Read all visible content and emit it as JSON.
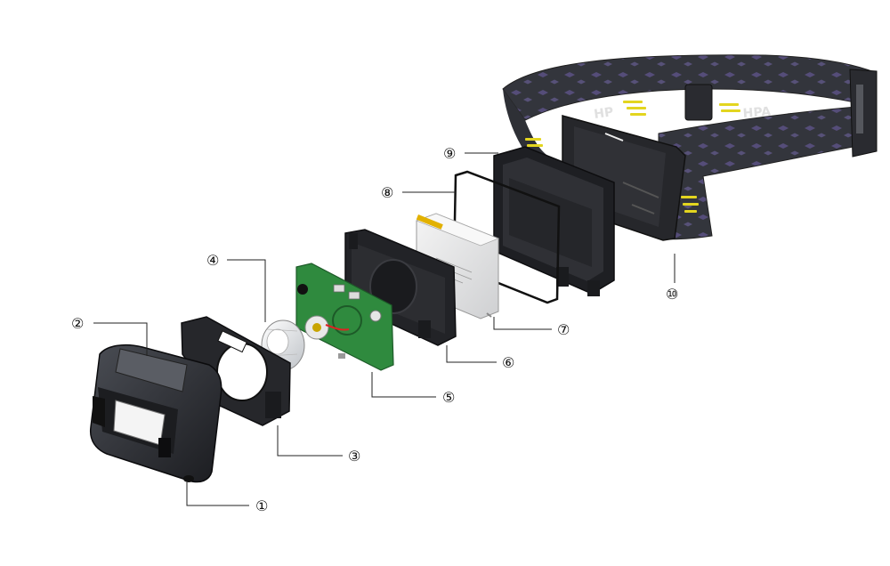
{
  "callouts": [
    {
      "id": 1,
      "label": "①"
    },
    {
      "id": 2,
      "label": "②"
    },
    {
      "id": 3,
      "label": "③"
    },
    {
      "id": 4,
      "label": "④"
    },
    {
      "id": 5,
      "label": "⑤"
    },
    {
      "id": 6,
      "label": "⑥"
    },
    {
      "id": 7,
      "label": "⑦"
    },
    {
      "id": 8,
      "label": "⑧"
    },
    {
      "id": 9,
      "label": "⑨"
    },
    {
      "id": 10,
      "label": "⑩"
    }
  ],
  "headband": {
    "print_text": "HP",
    "print_text_2": "HPA"
  },
  "colors": {
    "housing": "#2b2d31",
    "housing_edge": "#1a1b1e",
    "pcb": "#2f8a3e",
    "battery": "#e8e8e8",
    "battery_label": "#c9c9c9",
    "battery_terminal": "#e2b100",
    "strap": "#3a3c42",
    "strap_pattern": "#6d5f9a",
    "strap_accent": "#e3d51f",
    "lens": "#f3f3f3"
  }
}
